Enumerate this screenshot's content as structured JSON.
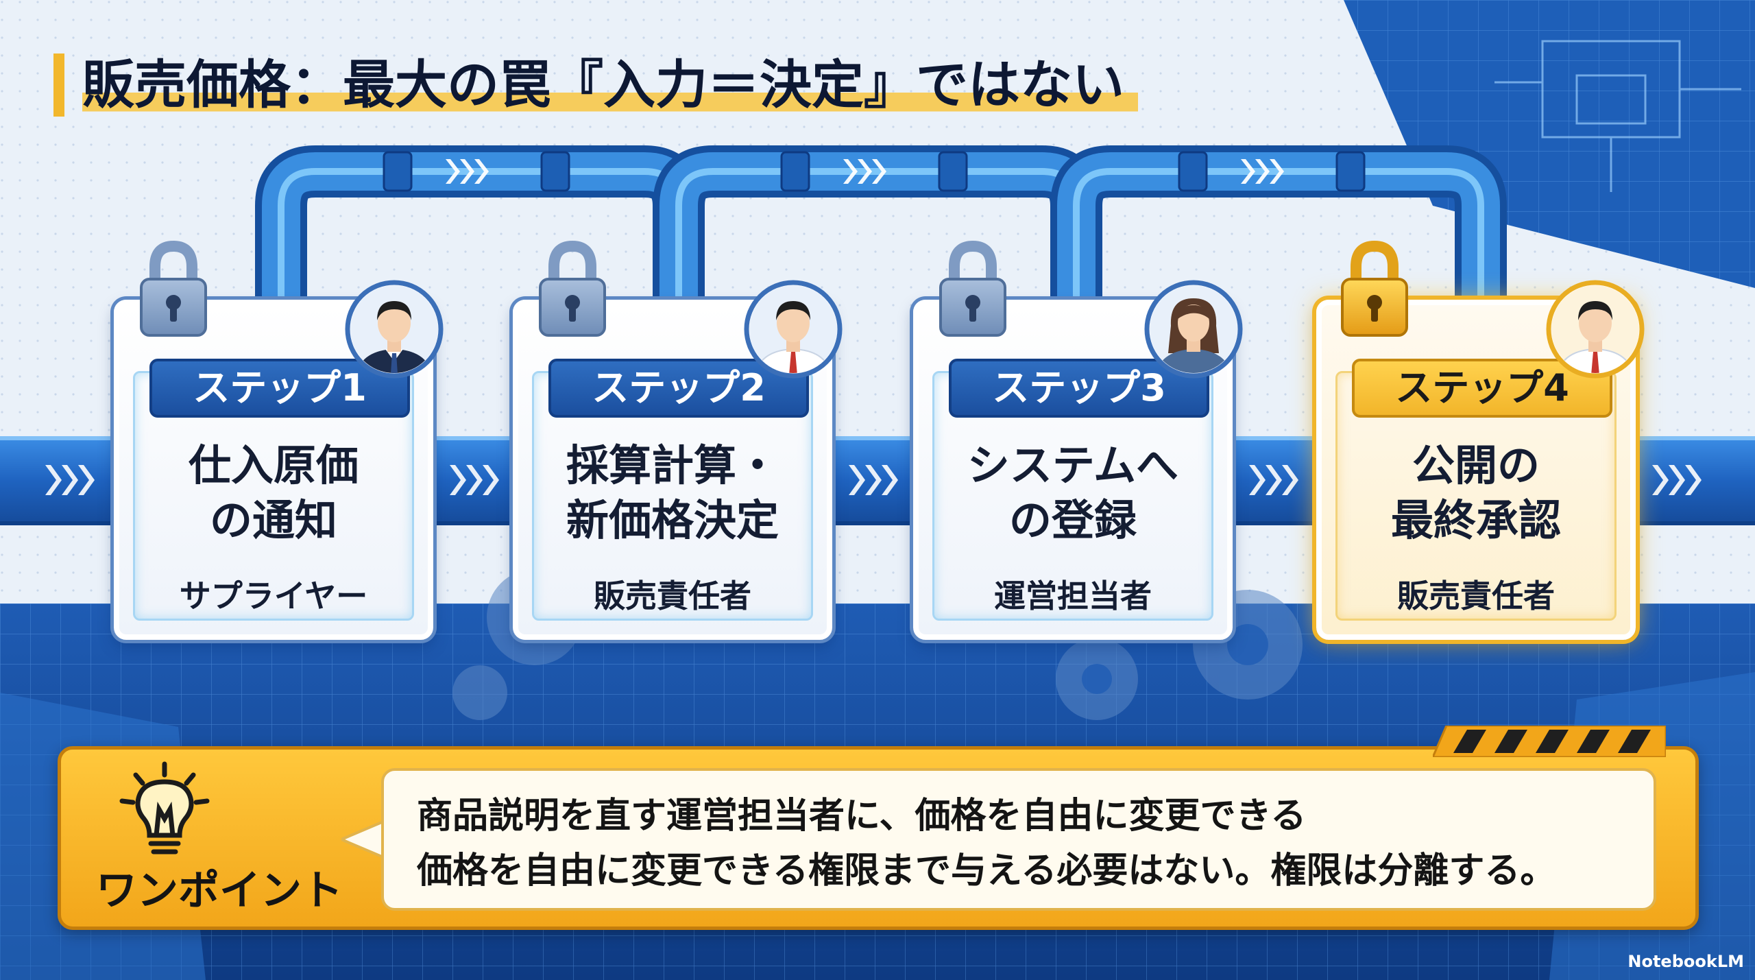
{
  "title": "販売価格：最大の罠『入力＝決定』ではない",
  "steps": [
    {
      "label": "ステップ1",
      "title_lines": [
        "仕入原価",
        "の通知"
      ],
      "role": "サプライヤー",
      "highlight": false,
      "avatar": "male-suit-avatar-icon"
    },
    {
      "label": "ステップ2",
      "title_lines": [
        "採算計算・",
        "新価格決定"
      ],
      "role": "販売責任者",
      "highlight": false,
      "avatar": "male-tie-avatar-icon"
    },
    {
      "label": "ステップ3",
      "title_lines": [
        "システムへ",
        "の登録"
      ],
      "role": "運営担当者",
      "highlight": false,
      "avatar": "female-avatar-icon"
    },
    {
      "label": "ステップ4",
      "title_lines": [
        "公開の",
        "最終承認"
      ],
      "role": "販売責任者",
      "highlight": true,
      "avatar": "male-tie-avatar-icon"
    }
  ],
  "one_point": {
    "label": "ワンポイント",
    "lines": [
      "商品説明を直す運営担当者に、価格を自由に変更できる",
      "価格を自由に変更できる権限まで与える必要はない。権限は分離する。"
    ]
  },
  "watermark": "NotebookLM",
  "colors": {
    "accent_gold": "#f2b72c",
    "step_blue": "#1b4f9f",
    "pipe_blue": "#3a8ee0",
    "title_dark": "#0d1833"
  }
}
